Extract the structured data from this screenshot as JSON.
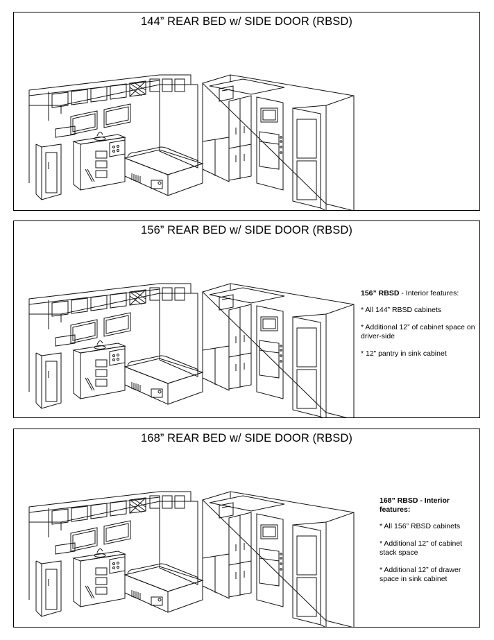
{
  "panels": [
    {
      "title": "144” REAR BED w/ SIDE DOOR (RBSD)"
    },
    {
      "title": "156” REAR BED w/ SIDE DOOR (RBSD)",
      "features": {
        "heading_bold": "156” RBSD",
        "heading_rest": " - Interior features:",
        "items": [
          "* All 144” RBSD cabinets",
          "* Additional 12” of cabinet space on driver-side",
          "* 12” pantry in sink cabinet"
        ]
      }
    },
    {
      "title": "168” REAR BED w/ SIDE DOOR (RBSD)",
      "features": {
        "heading_bold": "168” RBSD",
        "heading_rest": " - Interior features:",
        "items": [
          "* All 156” RBSD cabinets",
          "* Additional 12” of cabinet stack space",
          "* Additional 12” of drawer space in sink cabinet"
        ]
      }
    }
  ]
}
